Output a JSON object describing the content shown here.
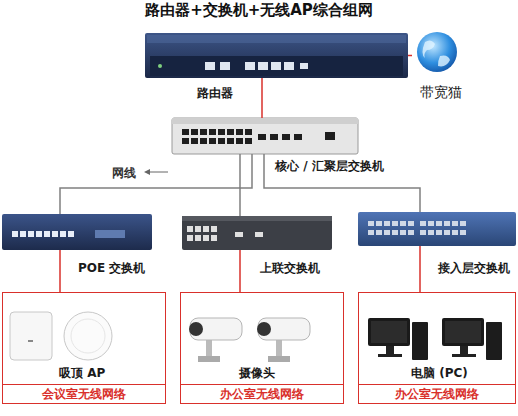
{
  "diagram": {
    "title": "路由器+交换机+无线AP综合组网",
    "nodes": [
      {
        "text": [
          "路由器"
        ]
      },
      {
        "text": [
          "带宽猫"
        ]
      },
      {
        "text": [
          "核心 / 汇聚层交换机"
        ]
      },
      {
        "text": [
          "POE 交换机"
        ]
      },
      {
        "text": [
          "上联交换机"
        ]
      },
      {
        "text": [
          "接入层交换机"
        ]
      },
      {
        "text": [
          "吸顶 AP",
          "会议室无线网络"
        ]
      },
      {
        "text": [
          "摄像头",
          "办公室无线网络"
        ]
      },
      {
        "text": [
          "电脑 (PC)",
          "办公室无线网络"
        ]
      }
    ],
    "edges": [
      {
        "from": 0,
        "to": 1,
        "arrow": "none"
      },
      {
        "from": 0,
        "to": 2,
        "arrow": "none"
      },
      {
        "from": 2,
        "to": 3,
        "arrow": "none"
      },
      {
        "from": 2,
        "to": 4,
        "arrow": "none"
      },
      {
        "from": 2,
        "to": 5,
        "arrow": "none"
      },
      {
        "from": 3,
        "to": 6,
        "arrow": "none"
      },
      {
        "from": 4,
        "to": 7,
        "arrow": "none"
      },
      {
        "from": 5,
        "to": 8,
        "arrow": "none"
      }
    ],
    "labels": [
      "网线"
    ]
  }
}
